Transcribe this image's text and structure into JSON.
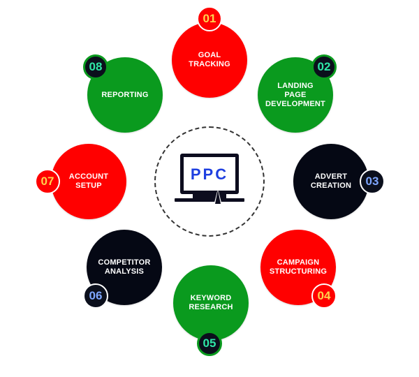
{
  "center": {
    "label": "PPC",
    "label_color": "#1e3fe0"
  },
  "colors": {
    "red": "#ff0000",
    "green": "#0a9a1e",
    "black": "#050814"
  },
  "nodes": [
    {
      "num": "01",
      "label": "GOAL\nTRACKING",
      "fill": "red"
    },
    {
      "num": "02",
      "label": "LANDING\nPAGE\nDEVELOPMENT",
      "fill": "green"
    },
    {
      "num": "03",
      "label": "ADVERT\nCREATION",
      "fill": "black"
    },
    {
      "num": "04",
      "label": "CAMPAIGN\nSTRUCTURING",
      "fill": "red"
    },
    {
      "num": "05",
      "label": "KEYWORD\nRESEARCH",
      "fill": "green"
    },
    {
      "num": "06",
      "label": "COMPETITOR\nANALYSIS",
      "fill": "black"
    },
    {
      "num": "07",
      "label": "ACCOUNT\nSETUP",
      "fill": "red"
    },
    {
      "num": "08",
      "label": "REPORTING",
      "fill": "green"
    }
  ]
}
